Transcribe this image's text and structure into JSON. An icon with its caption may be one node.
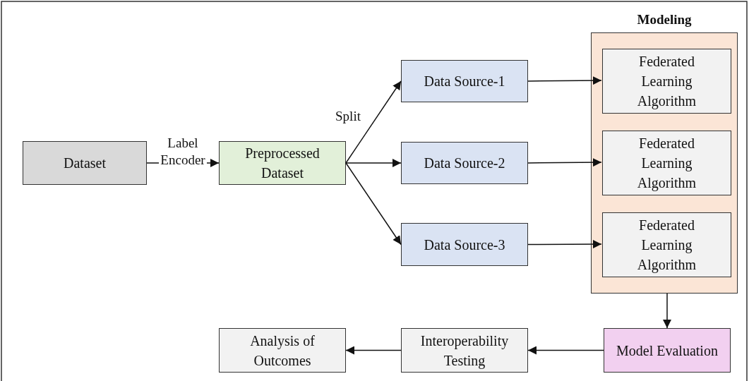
{
  "diagram": {
    "nodes": [
      {
        "text": [
          "Dataset"
        ]
      },
      {
        "text": [
          "Preprocessed Dataset"
        ]
      },
      {
        "text": [
          "Data Source-1"
        ]
      },
      {
        "text": [
          "Data Source-2"
        ]
      },
      {
        "text": [
          "Data Source-3"
        ]
      },
      {
        "text": [
          "Modeling"
        ]
      },
      {
        "text": [
          "Federated Learning Algorithm"
        ],
        "in": 5
      },
      {
        "text": [
          "Federated Learning Algorithm"
        ],
        "in": 5
      },
      {
        "text": [
          "Federated Learning Algorithm"
        ],
        "in": 5
      },
      {
        "text": [
          "Model Evaluation"
        ]
      },
      {
        "text": [
          "Interoperability Testing"
        ]
      },
      {
        "text": [
          "Analysis of Outcomes"
        ]
      }
    ],
    "edges": [
      {
        "from": 0,
        "to": 1,
        "arrow": "to",
        "label": "Label Encoder"
      },
      {
        "from": 1,
        "to": 2,
        "arrow": "to",
        "label": "Split"
      },
      {
        "from": 1,
        "to": 3,
        "arrow": "to"
      },
      {
        "from": 1,
        "to": 4,
        "arrow": "to"
      },
      {
        "from": 2,
        "to": 6,
        "arrow": "to"
      },
      {
        "from": 3,
        "to": 7,
        "arrow": "to"
      },
      {
        "from": 4,
        "to": 8,
        "arrow": "to"
      },
      {
        "from": 5,
        "to": 9,
        "arrow": "to"
      },
      {
        "from": 9,
        "to": 10,
        "arrow": "to"
      },
      {
        "from": 10,
        "to": 11,
        "arrow": "to"
      }
    ]
  }
}
